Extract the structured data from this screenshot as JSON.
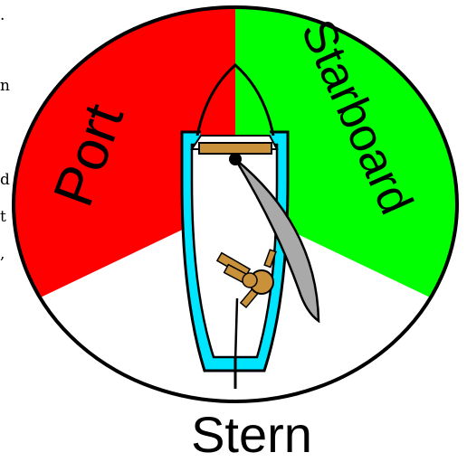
{
  "labels": {
    "port": "Port",
    "starboard": "Starboard",
    "stern": "Stern"
  },
  "edge_text_fragments": [
    ".",
    "n",
    "d",
    "t",
    ","
  ],
  "colors": {
    "port": "#ff0000",
    "starboard": "#00ff00",
    "stern_sector": "#ffffff",
    "outline": "#000000",
    "hull_rim": "#00e5ff",
    "hull_inner": "#ffffff",
    "bow_port": "#ff0000",
    "bow_starboard": "#00ff00",
    "thwart": "#c8913a",
    "sail": "#a9a9a9",
    "sailor": "#c8913a"
  },
  "icons": {
    "boat": "sailboat-top-view-icon",
    "sail": "sail-icon",
    "sailor": "sailor-icon"
  }
}
